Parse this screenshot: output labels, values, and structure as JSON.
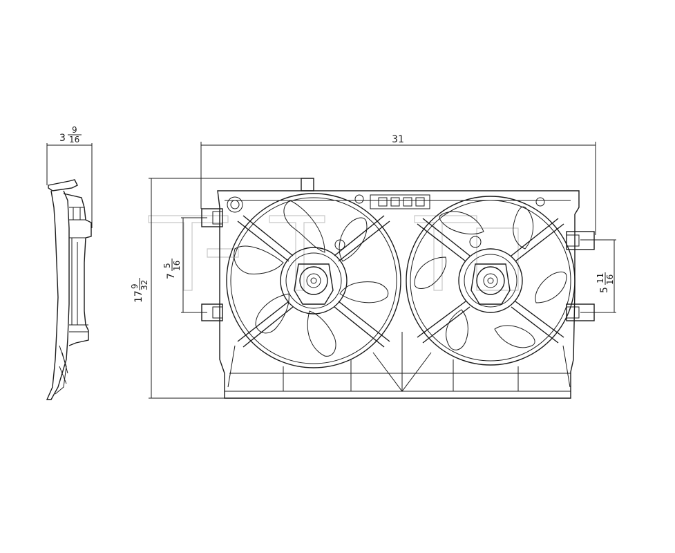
{
  "dimensions": {
    "overall_width": "31",
    "overall_height": {
      "whole": "17",
      "num": "9",
      "den": "32"
    },
    "depth": {
      "whole": "3",
      "num": "9",
      "den": "16"
    },
    "left_mount_spacing": {
      "whole": "7",
      "num": "5",
      "den": "16"
    },
    "right_mount_spacing": {
      "whole": "5",
      "num": "11",
      "den": "16"
    }
  },
  "watermark_logo": "TYC",
  "colors": {
    "line": "#1a1a1a",
    "watermark": "#c8c8c8",
    "background": "#ffffff"
  }
}
